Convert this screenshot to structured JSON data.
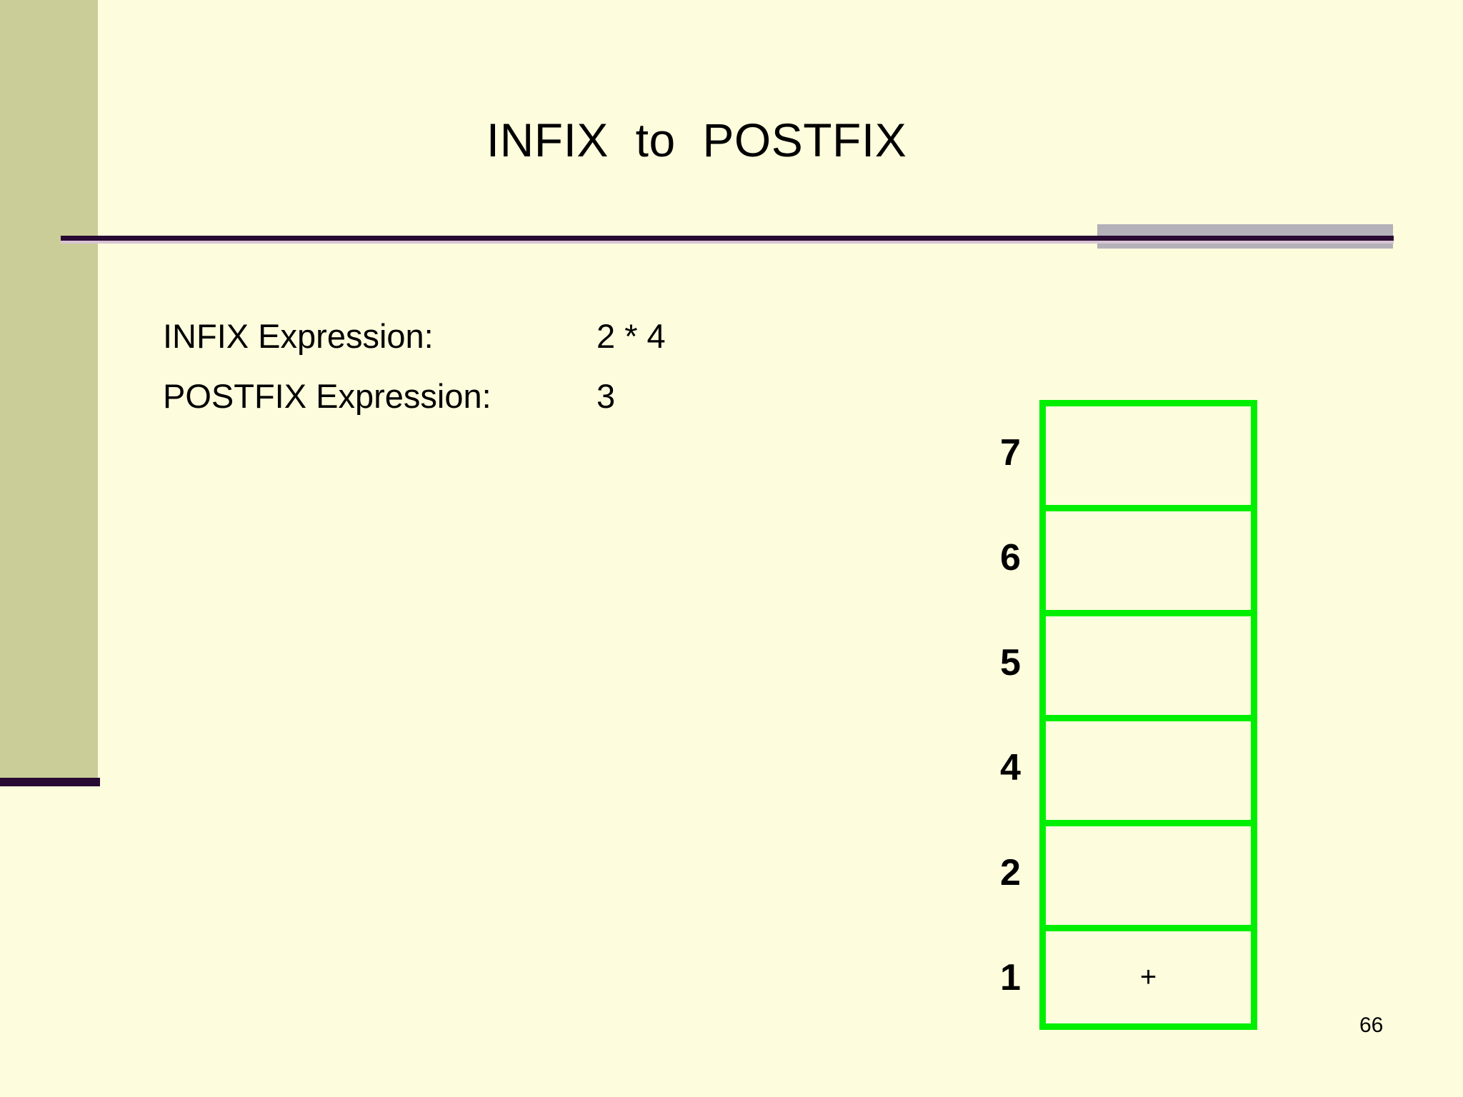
{
  "slide": {
    "title": "INFIX  to  POSTFIX",
    "page_number": "66",
    "colors": {
      "background": "#fdfcdd",
      "side_band": "#cbcd99",
      "rule_dark": "#280a33",
      "rule_gray": "#b4b1b9",
      "stack_border": "#00ef00",
      "text": "#000000"
    }
  },
  "body": {
    "rows": [
      {
        "label": "INFIX Expression:",
        "value": "2 * 4"
      },
      {
        "label": "POSTFIX Expression:",
        "value": "3"
      }
    ]
  },
  "stack": {
    "rows": [
      {
        "index": "7",
        "content": ""
      },
      {
        "index": "6",
        "content": ""
      },
      {
        "index": "5",
        "content": ""
      },
      {
        "index": "4",
        "content": ""
      },
      {
        "index": "2",
        "content": ""
      },
      {
        "index": "1",
        "content": "+"
      }
    ]
  }
}
